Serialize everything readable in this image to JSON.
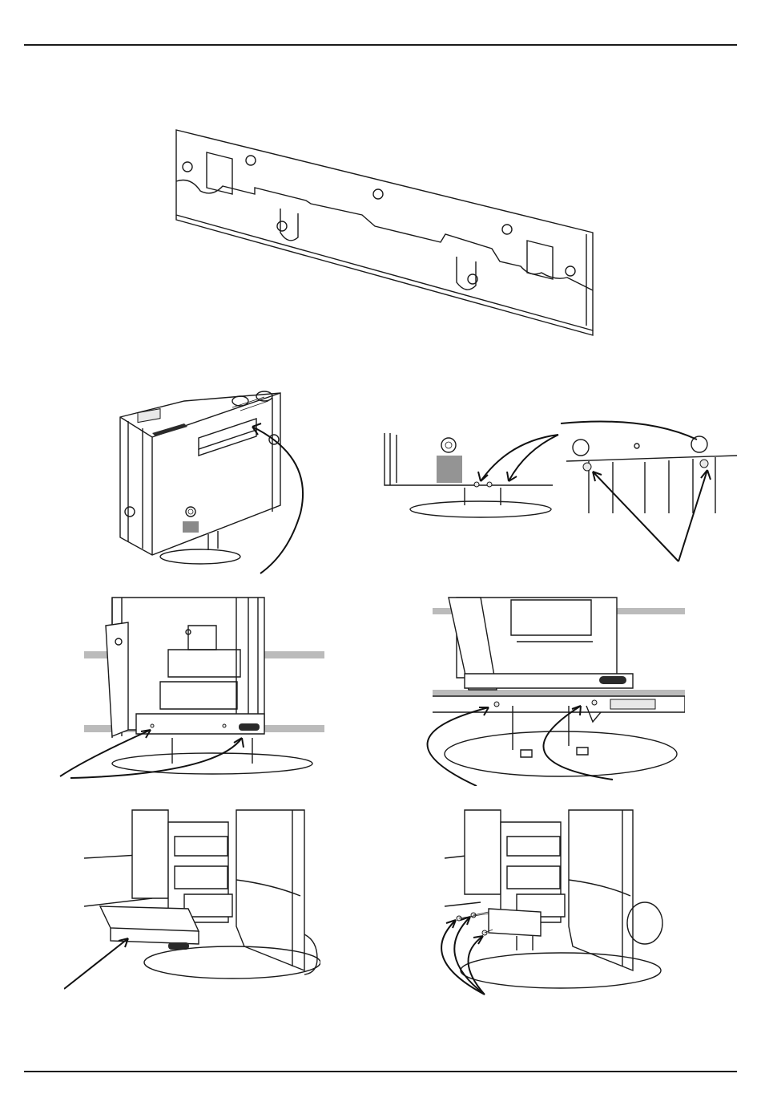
{
  "page": {
    "background": "#ffffff",
    "line_color": "#1a1a1a",
    "figures": [
      {
        "id": "wall-bracket",
        "icon": "wall-bracket-drawing"
      },
      {
        "id": "stove-rear-with-bracket",
        "icon": "stove-rear-drawing"
      },
      {
        "id": "base-screws-closeup",
        "icon": "screw-detail-drawing"
      },
      {
        "id": "open-stove-front-plinth",
        "icon": "stove-front-drawing"
      },
      {
        "id": "plinth-fixing-holes",
        "icon": "plinth-detail-drawing"
      },
      {
        "id": "plinth-cover-removed",
        "icon": "plinth-cover-drawing"
      },
      {
        "id": "plinth-cover-screws",
        "icon": "cover-screws-drawing"
      }
    ]
  }
}
